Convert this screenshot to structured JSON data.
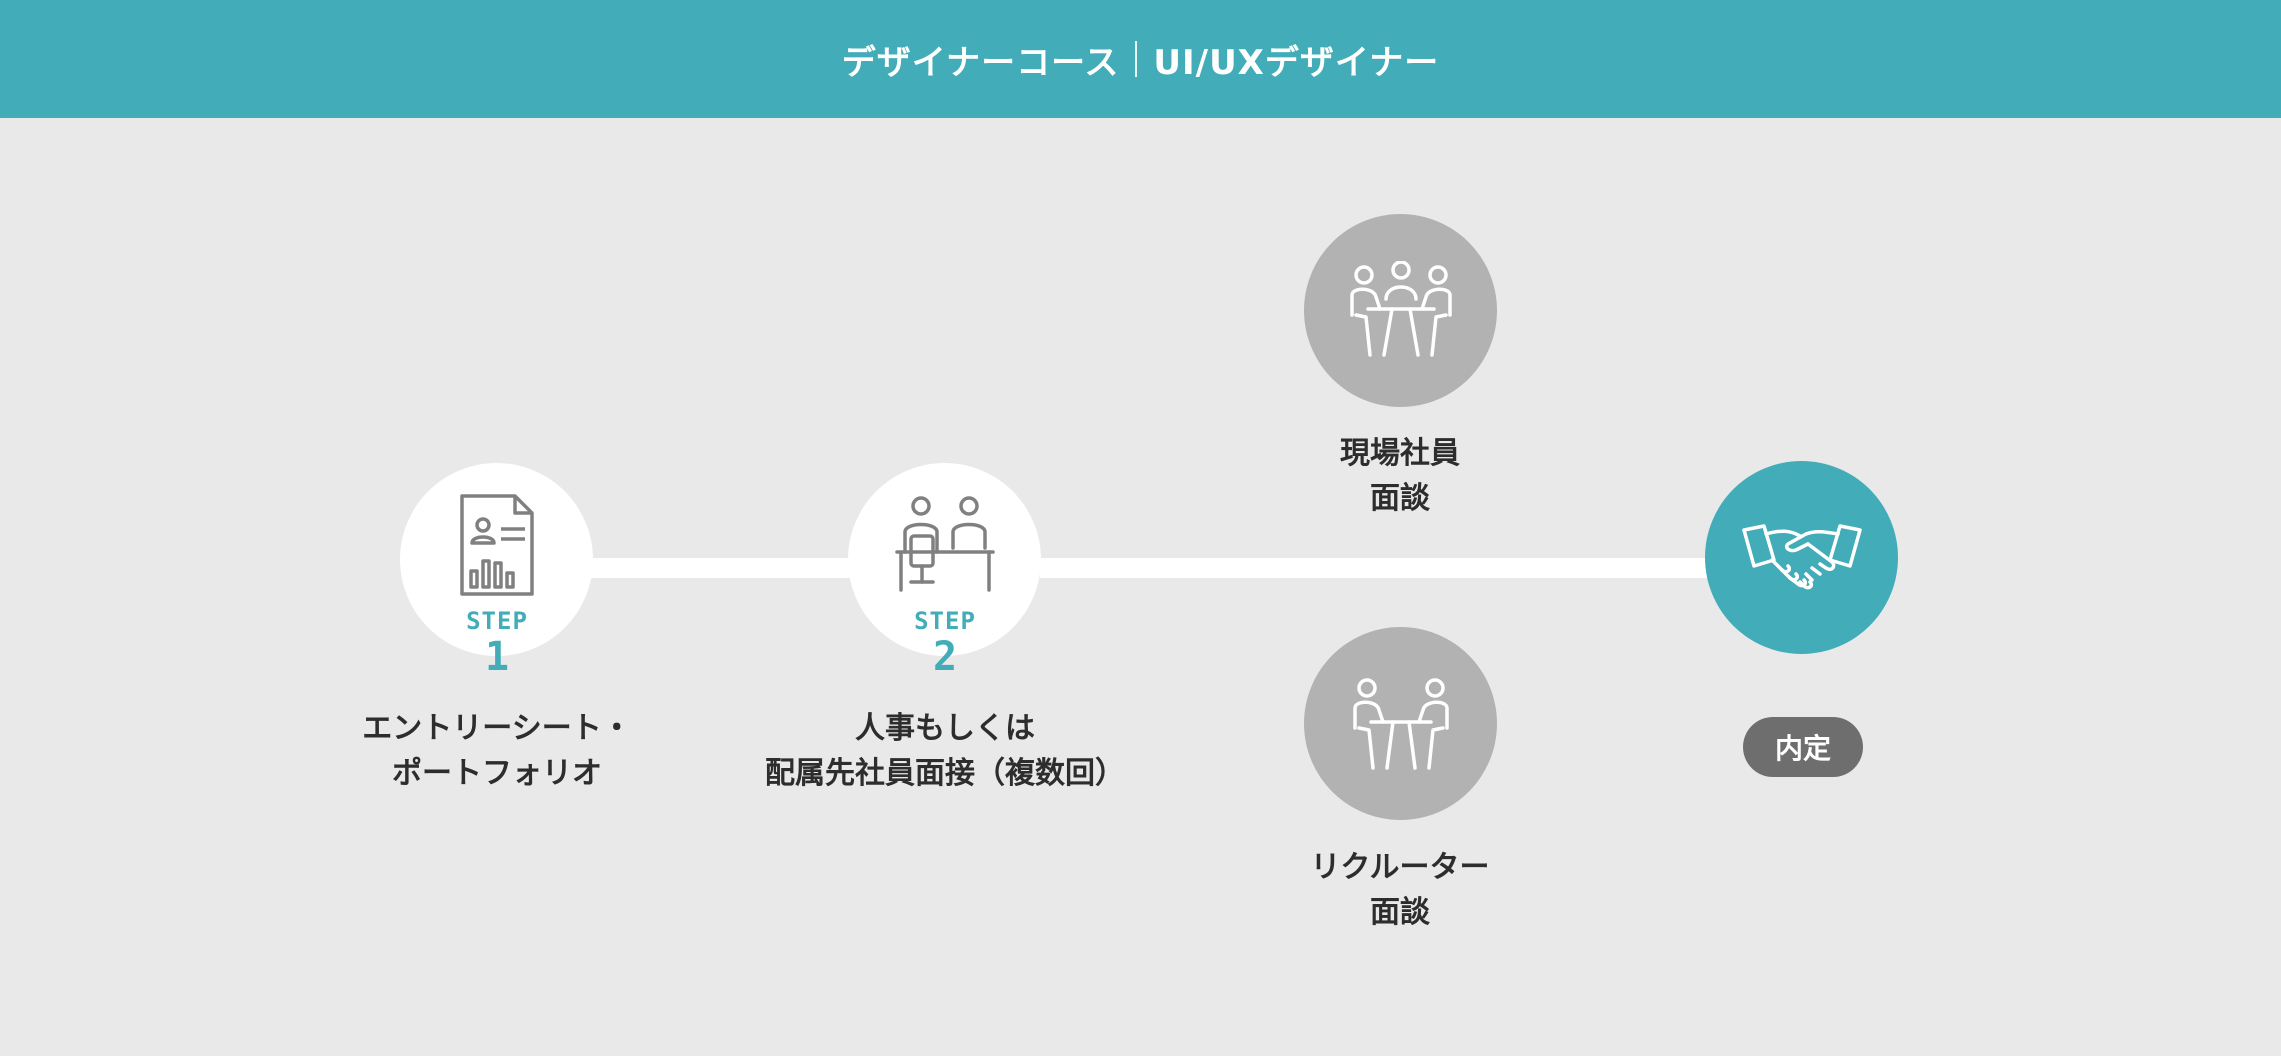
{
  "header": {
    "title_part1": "デザイナーコース",
    "title_part2": "UI/UXデザイナー"
  },
  "steps": [
    {
      "step_word": "STEP",
      "step_num": "1",
      "line1": "エントリーシート・",
      "line2": "ポートフォリオ",
      "icon": "resume-document-icon"
    },
    {
      "step_word": "STEP",
      "step_num": "2",
      "line1": "人事もしくは",
      "line2": "配属先社員面接（複数回）",
      "icon": "interview-desk-icon"
    }
  ],
  "branches": [
    {
      "line1": "現場社員",
      "line2": "面談",
      "icon": "group-meeting-icon"
    },
    {
      "line1": "リクルーター",
      "line2": "面談",
      "icon": "one-on-one-meeting-icon"
    }
  ],
  "final": {
    "label": "内定",
    "icon": "handshake-icon"
  },
  "colors": {
    "accent": "#42adb8",
    "background": "#eae9ea",
    "gray_circle": "#b2b2b2",
    "badge": "#6e6e6e"
  }
}
